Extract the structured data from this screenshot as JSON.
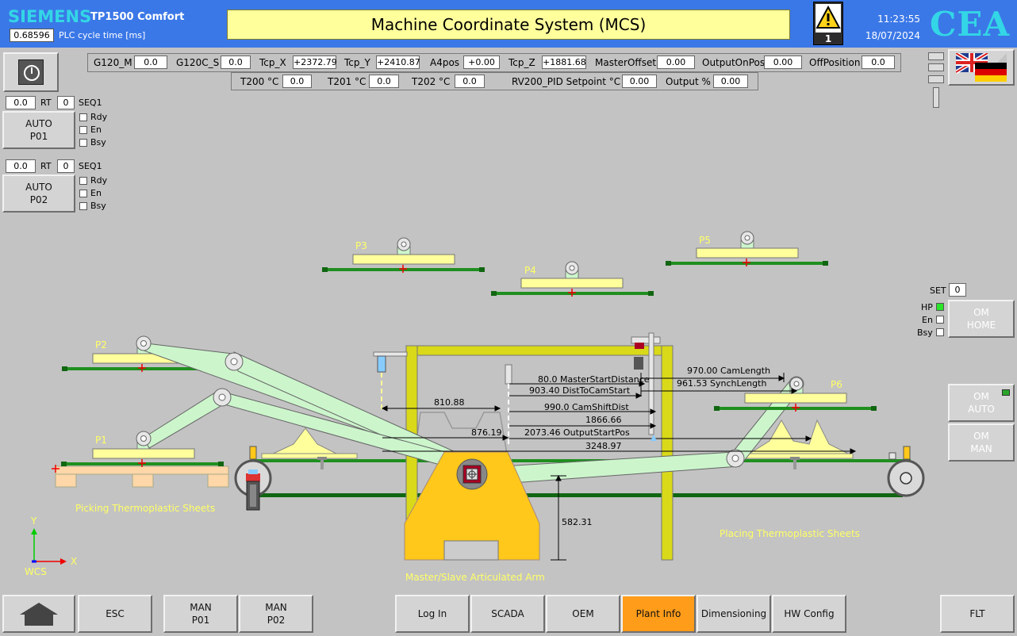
{
  "header": {
    "brand": "SIEMENS",
    "model": "TP1500 Comfort",
    "cycle_value": "0.68596",
    "cycle_label": "PLC cycle time [ms]",
    "title": "Machine Coordinate System (MCS)",
    "alarm_count": "1",
    "time": "11:23:55",
    "date": "18/07/2024",
    "logo": "CEA"
  },
  "top_values": {
    "row1": [
      {
        "label": "G120_M",
        "value": "0.0"
      },
      {
        "label": "G120C_S",
        "value": "0.0"
      },
      {
        "label": "Tcp_X",
        "value": "+2372.79"
      },
      {
        "label": "Tcp_Y",
        "value": "+2410.87"
      },
      {
        "label": "A4pos",
        "value": "+0.00"
      },
      {
        "label": "Tcp_Z",
        "value": "+1881.68"
      },
      {
        "label": "MasterOffset",
        "value": "0.00"
      },
      {
        "label": "OutputOnPos",
        "value": "0.00"
      },
      {
        "label": "OffPosition",
        "value": "0.0"
      }
    ],
    "row2": [
      {
        "label": "T200 °C",
        "value": "0.0"
      },
      {
        "label": "T201 °C",
        "value": "0.0"
      },
      {
        "label": "T202 °C",
        "value": "0.0"
      },
      {
        "label": "RV200_PID Setpoint °C",
        "value": "0.00"
      },
      {
        "label": "Output %",
        "value": "0.00"
      }
    ]
  },
  "stations": [
    {
      "value": "0.0",
      "rt_label": "RT",
      "rt_value": "0",
      "seq_label": "SEQ1",
      "button_line1": "AUTO",
      "button_line2": "P01",
      "flags": [
        "Rdy",
        "En",
        "Bsy"
      ]
    },
    {
      "value": "0.0",
      "rt_label": "RT",
      "rt_value": "0",
      "seq_label": "SEQ1",
      "button_line1": "AUTO",
      "button_line2": "P02",
      "flags": [
        "Rdy",
        "En",
        "Bsy"
      ]
    }
  ],
  "right_panel": {
    "set_label": "SET",
    "set_value": "0",
    "flags": [
      "HP",
      "En",
      "Bsy"
    ],
    "om_home": [
      "OM",
      "HOME"
    ],
    "om_auto": [
      "OM",
      "AUTO"
    ],
    "om_man": [
      "OM",
      "MAN"
    ]
  },
  "diagram": {
    "labels": {
      "p1": "P1",
      "p2": "P2",
      "p3": "P3",
      "p4": "P4",
      "p5": "P5",
      "p6": "P6",
      "picking": "Picking Thermoplastic Sheets",
      "placing": "Placing Thermoplastic Sheets",
      "arm": "Master/Slave Articulated Arm",
      "wcs": "WCS",
      "axis_x": "X",
      "axis_y": "Y"
    },
    "dimensions": {
      "master_start": "80.0 MasterStartDistance",
      "dist_to_cam": "903.40 DistToCamStart",
      "cam_shift": "990.0 CamShiftDist",
      "v1866": "1866.66",
      "output_start": "2073.46 OutputStartPos",
      "v3248": "3248.97",
      "v810": "810.88",
      "v876": "876.19",
      "cam_length": "970.00 CamLength",
      "synch_length": "961.53 SynchLength",
      "height": "582.31"
    }
  },
  "footer": {
    "esc": "ESC",
    "man_p01": [
      "MAN",
      "P01"
    ],
    "man_p02": [
      "MAN",
      "P02"
    ],
    "login": "Log In",
    "scada": "SCADA",
    "oem": "OEM",
    "plant_info": "Plant Info",
    "dimensioning": "Dimensioning",
    "hw_config": "HW Config",
    "flt": "FLT"
  },
  "colors": {
    "header_blue": "#3b78e7",
    "accent_cyan": "#33d6e6",
    "title_yellow": "#ffff9c",
    "active_orange": "#ff9c1a",
    "rail_green": "#1f8f1f",
    "arm_green": "#ccf5cc",
    "base_yellow": "#ffc81a"
  }
}
